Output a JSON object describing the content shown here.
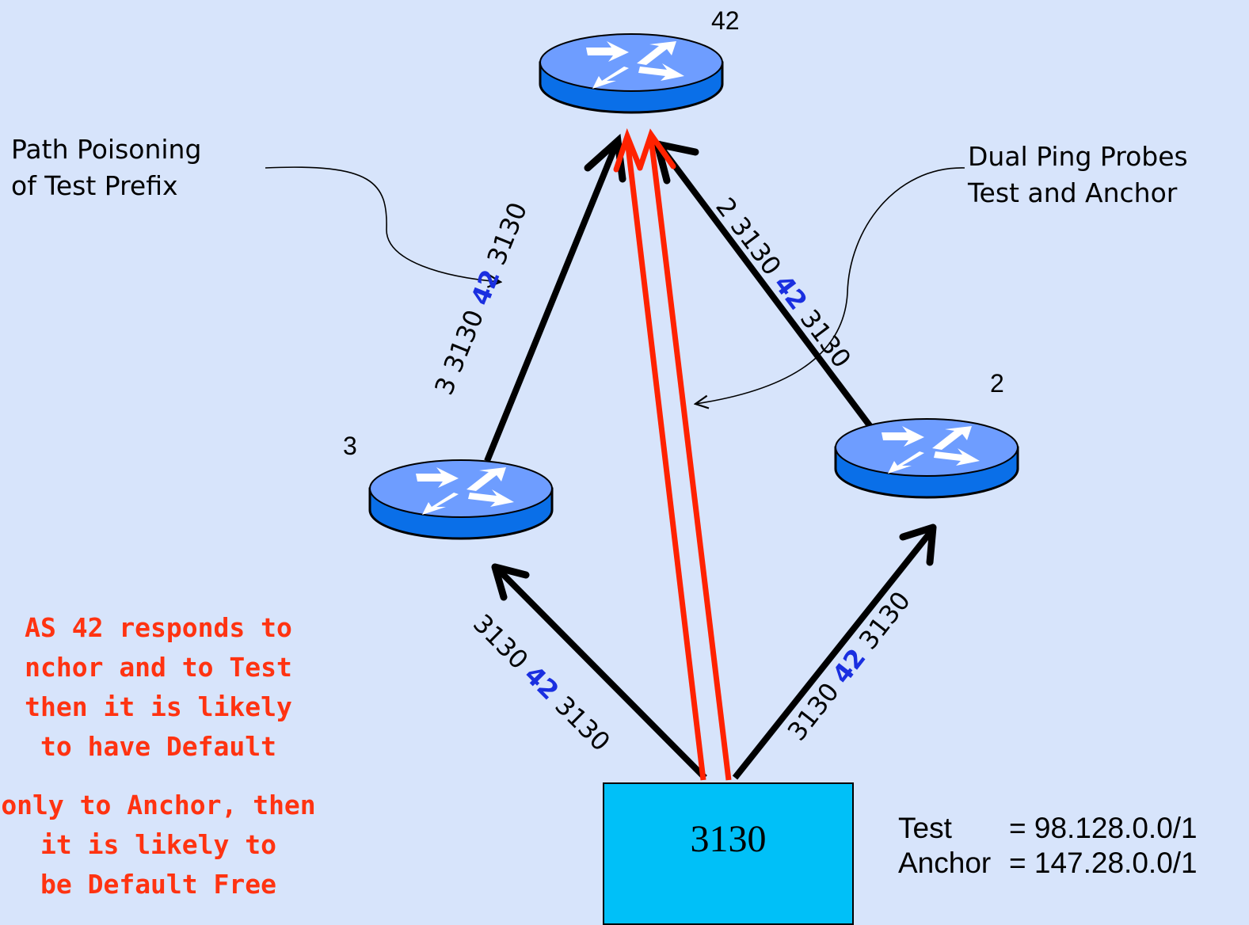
{
  "routers": {
    "r42": {
      "label": "42"
    },
    "r3": {
      "label": "3"
    },
    "r2": {
      "label": "2"
    }
  },
  "origin": {
    "label": "3130"
  },
  "callouts": {
    "poison": [
      "Path Poisoning",
      "of Test Prefix"
    ],
    "probes": [
      "Dual Ping Probes",
      "Test and Anchor"
    ]
  },
  "paths": {
    "r3_to_42": {
      "pre": "3 3130 ",
      "hl": "42",
      "post": " 3130"
    },
    "r2_to_42": {
      "pre": "2 3130 ",
      "hl": "42",
      "post": " 3130"
    },
    "origin_to_r3": {
      "pre": "3130 ",
      "hl": "42",
      "post": " 3130"
    },
    "origin_to_r2": {
      "pre": "3130 ",
      "hl": "42",
      "post": " 3130"
    }
  },
  "notes": {
    "lines": [
      "AS 42 responds to",
      "nchor and to Test",
      "then it is likely",
      "to have Default",
      "",
      "only to Anchor, then",
      "it is likely to",
      "be Default Free"
    ]
  },
  "legend": {
    "test_label": "Test",
    "test_value": "= 98.128.0.0/1",
    "anchor_label": "Anchor",
    "anchor_value": "= 147.28.0.0/1"
  },
  "colors": {
    "background": "#d7e4fb",
    "router_top": "#6e9dff",
    "router_side": "#0a6fe8",
    "probe": "#ff2200",
    "highlight": "#1a2fe0",
    "notes": "#ff3311",
    "origin_box": "#00c0f8"
  }
}
